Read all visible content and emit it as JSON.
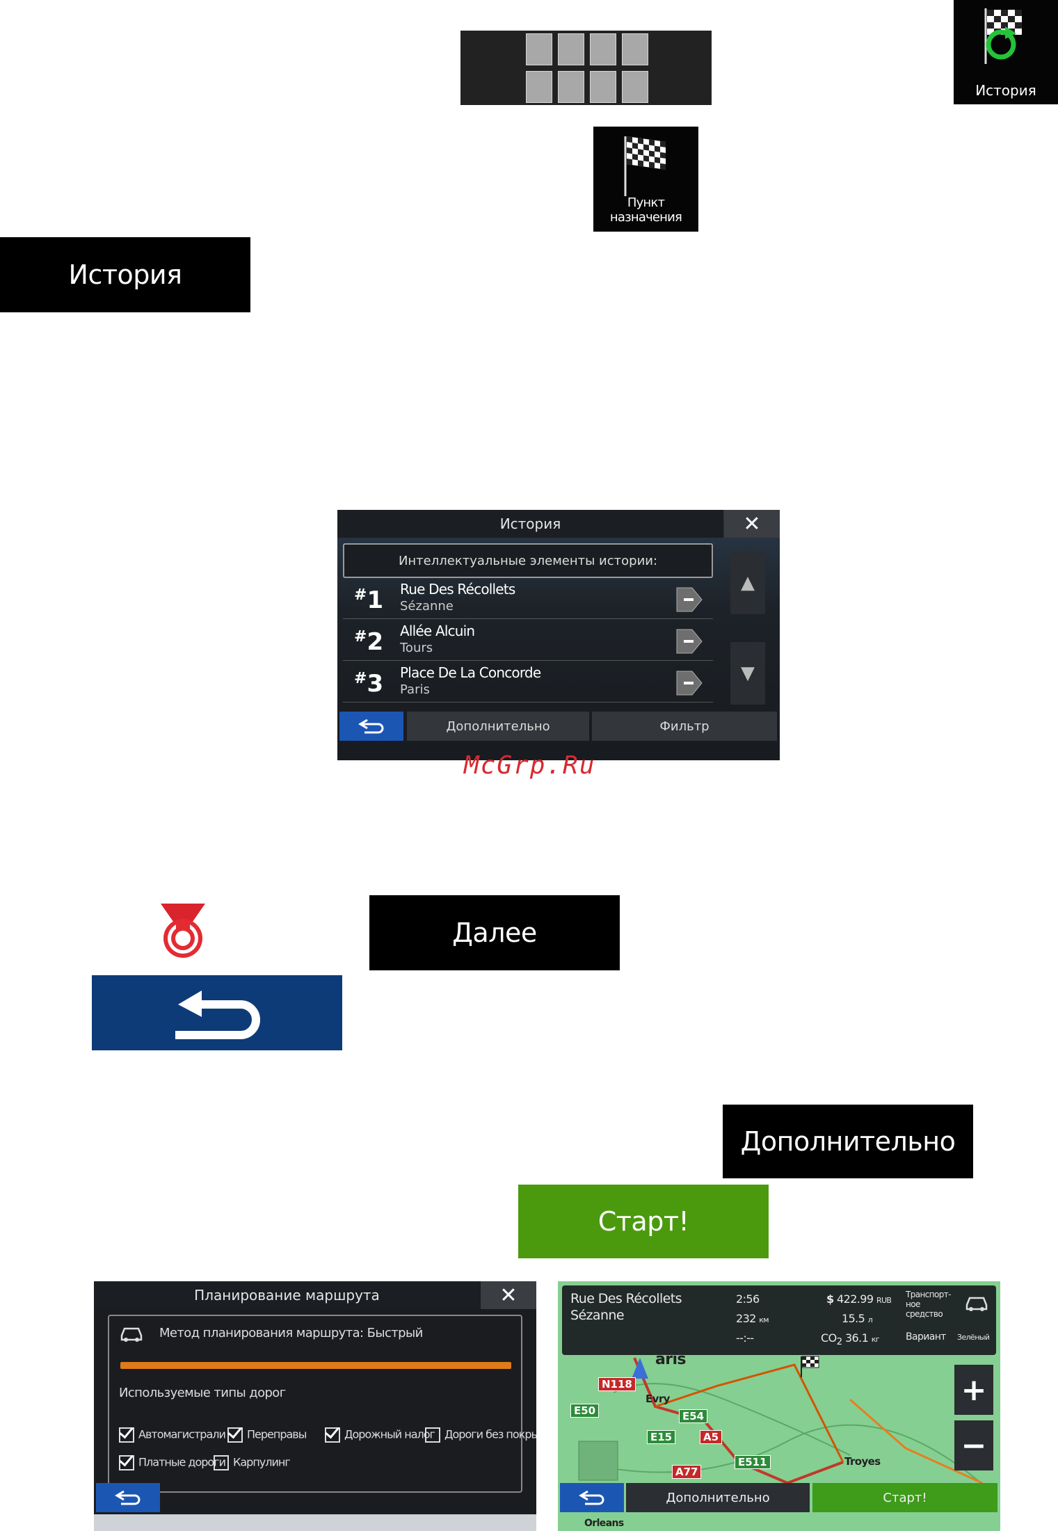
{
  "history_tile": {
    "label": "История"
  },
  "destination_tile": {
    "label": "Пункт назначения"
  },
  "history_button": {
    "label": "История"
  },
  "history_window": {
    "title": "История",
    "close": "✕",
    "subheader": "Интеллектуальные элементы истории:",
    "items": [
      {
        "num": "1",
        "line1": "Rue Des Récollets",
        "line2": "Sézanne"
      },
      {
        "num": "2",
        "line1": "Allée Alcuin",
        "line2": "Tours"
      },
      {
        "num": "3",
        "line1": "Place De La Concorde",
        "line2": "Paris"
      }
    ],
    "more_label": "Дополнительно",
    "filter_label": "Фильтр"
  },
  "watermark": "McGrp.Ru",
  "next_button": {
    "label": "Далее"
  },
  "more_button": {
    "label": "Дополнительно"
  },
  "start_button": {
    "label": "Старт!"
  },
  "route_planning": {
    "title": "Планирование маршрута",
    "close": "✕",
    "method": "Метод планирования маршрута: Быстрый",
    "road_types_label": "Используемые типы дорог",
    "road_types": [
      {
        "label": "Автомагистрали",
        "checked": true
      },
      {
        "label": "Переправы",
        "checked": true
      },
      {
        "label": "Дорожный налог",
        "checked": true
      },
      {
        "label": "Дороги без покрытия",
        "checked": false
      },
      {
        "label": "Платные дороги",
        "checked": true
      },
      {
        "label": "Карпулинг",
        "checked": false
      }
    ]
  },
  "route_map": {
    "dest_line1": "Rue Des Récollets",
    "dest_line2": "Sézanne",
    "time": "2:56",
    "distance": "232",
    "distance_unit": "км",
    "delay": "--:--",
    "cost": "422.99",
    "cost_unit": "RUB",
    "fuel": "15.5",
    "fuel_unit": "л",
    "co2_label": "CO",
    "co2": "36.1",
    "co2_unit": "кг",
    "vehicle_label": "Транспорт-ное средство",
    "variant_label": "Вариант",
    "variant_value": "Зелёный",
    "city_paris": "aris",
    "city_evry": "Evry",
    "city_troyes": "Troyes",
    "city_orleans": "Orleans",
    "roads": [
      "N118",
      "E50",
      "E54",
      "E15",
      "A5",
      "E511",
      "A77"
    ],
    "more_label": "Дополнительно",
    "start_label": "Старт!"
  },
  "colors": {
    "accent_blue": "#1c56b3",
    "back_dark_blue": "#0d3b78",
    "start_green": "#4b9a0e",
    "progress_orange": "#e07b1a",
    "watermark_red": "#d9282f"
  }
}
